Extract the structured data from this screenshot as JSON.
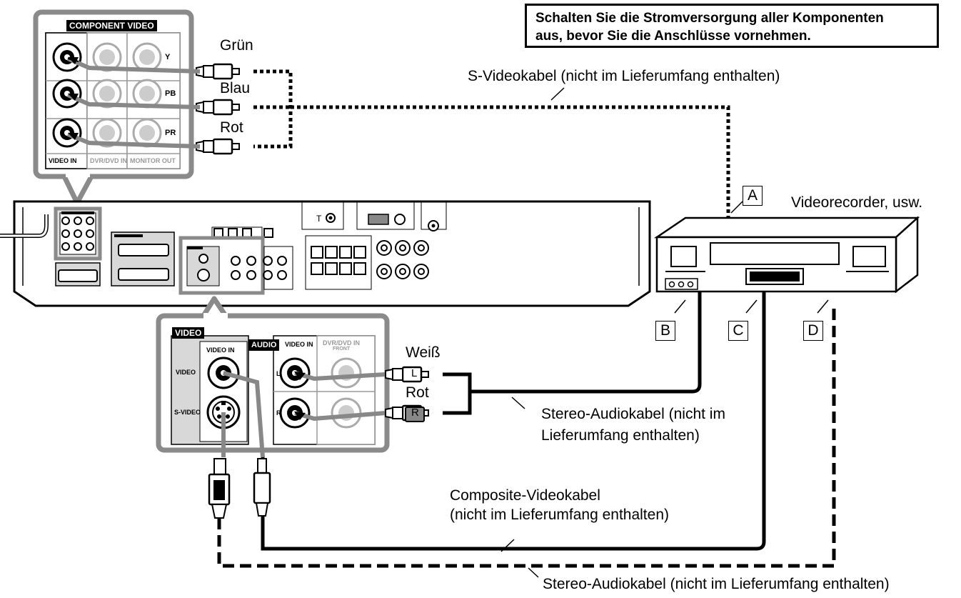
{
  "warning": {
    "line1": "Schalten Sie die Stromversorgung aller Komponenten",
    "line2": "aus, bevor Sie die Anschlüsse vornehmen."
  },
  "component_panel": {
    "title": "COMPONENT VIDEO",
    "rows": [
      "Y",
      "PB",
      "PR"
    ],
    "footer": [
      "VIDEO IN",
      "DVR/DVD IN",
      "MONITOR OUT"
    ]
  },
  "cable_colors": {
    "green": "Grün",
    "blue": "Blau",
    "red": "Rot"
  },
  "svideo_cable_label": "S-Videokabel (nicht im Lieferumfang enthalten)",
  "vcr_label": "Videorecorder, usw.",
  "connectors": {
    "a": "A",
    "b": "B",
    "c": "C",
    "d": "D"
  },
  "video_panel": {
    "video_title": "VIDEO",
    "video_in": "VIDEO IN",
    "video": "VIDEO",
    "s_video": "S-VIDEO",
    "audio_title": "AUDIO",
    "audio_video_in": "VIDEO IN",
    "dvr_front_line1": "DVR/DVD IN",
    "dvr_front_line2": "FRONT",
    "left": "L",
    "right": "R"
  },
  "audio_colors": {
    "white": "Weiß",
    "red": "Rot"
  },
  "plug_letters": {
    "left": "L",
    "right": "R"
  },
  "stereo_audio_label": {
    "line1": "Stereo-Audiokabel (nicht im",
    "line2": "Lieferumfang enthalten)"
  },
  "composite_label": {
    "line1": "Composite-Videokabel",
    "line2": "(nicht im Lieferumfang enthalten)"
  },
  "stereo_audio_bottom": "Stereo-Audiokabel (nicht im Lieferumfang enthalten)"
}
